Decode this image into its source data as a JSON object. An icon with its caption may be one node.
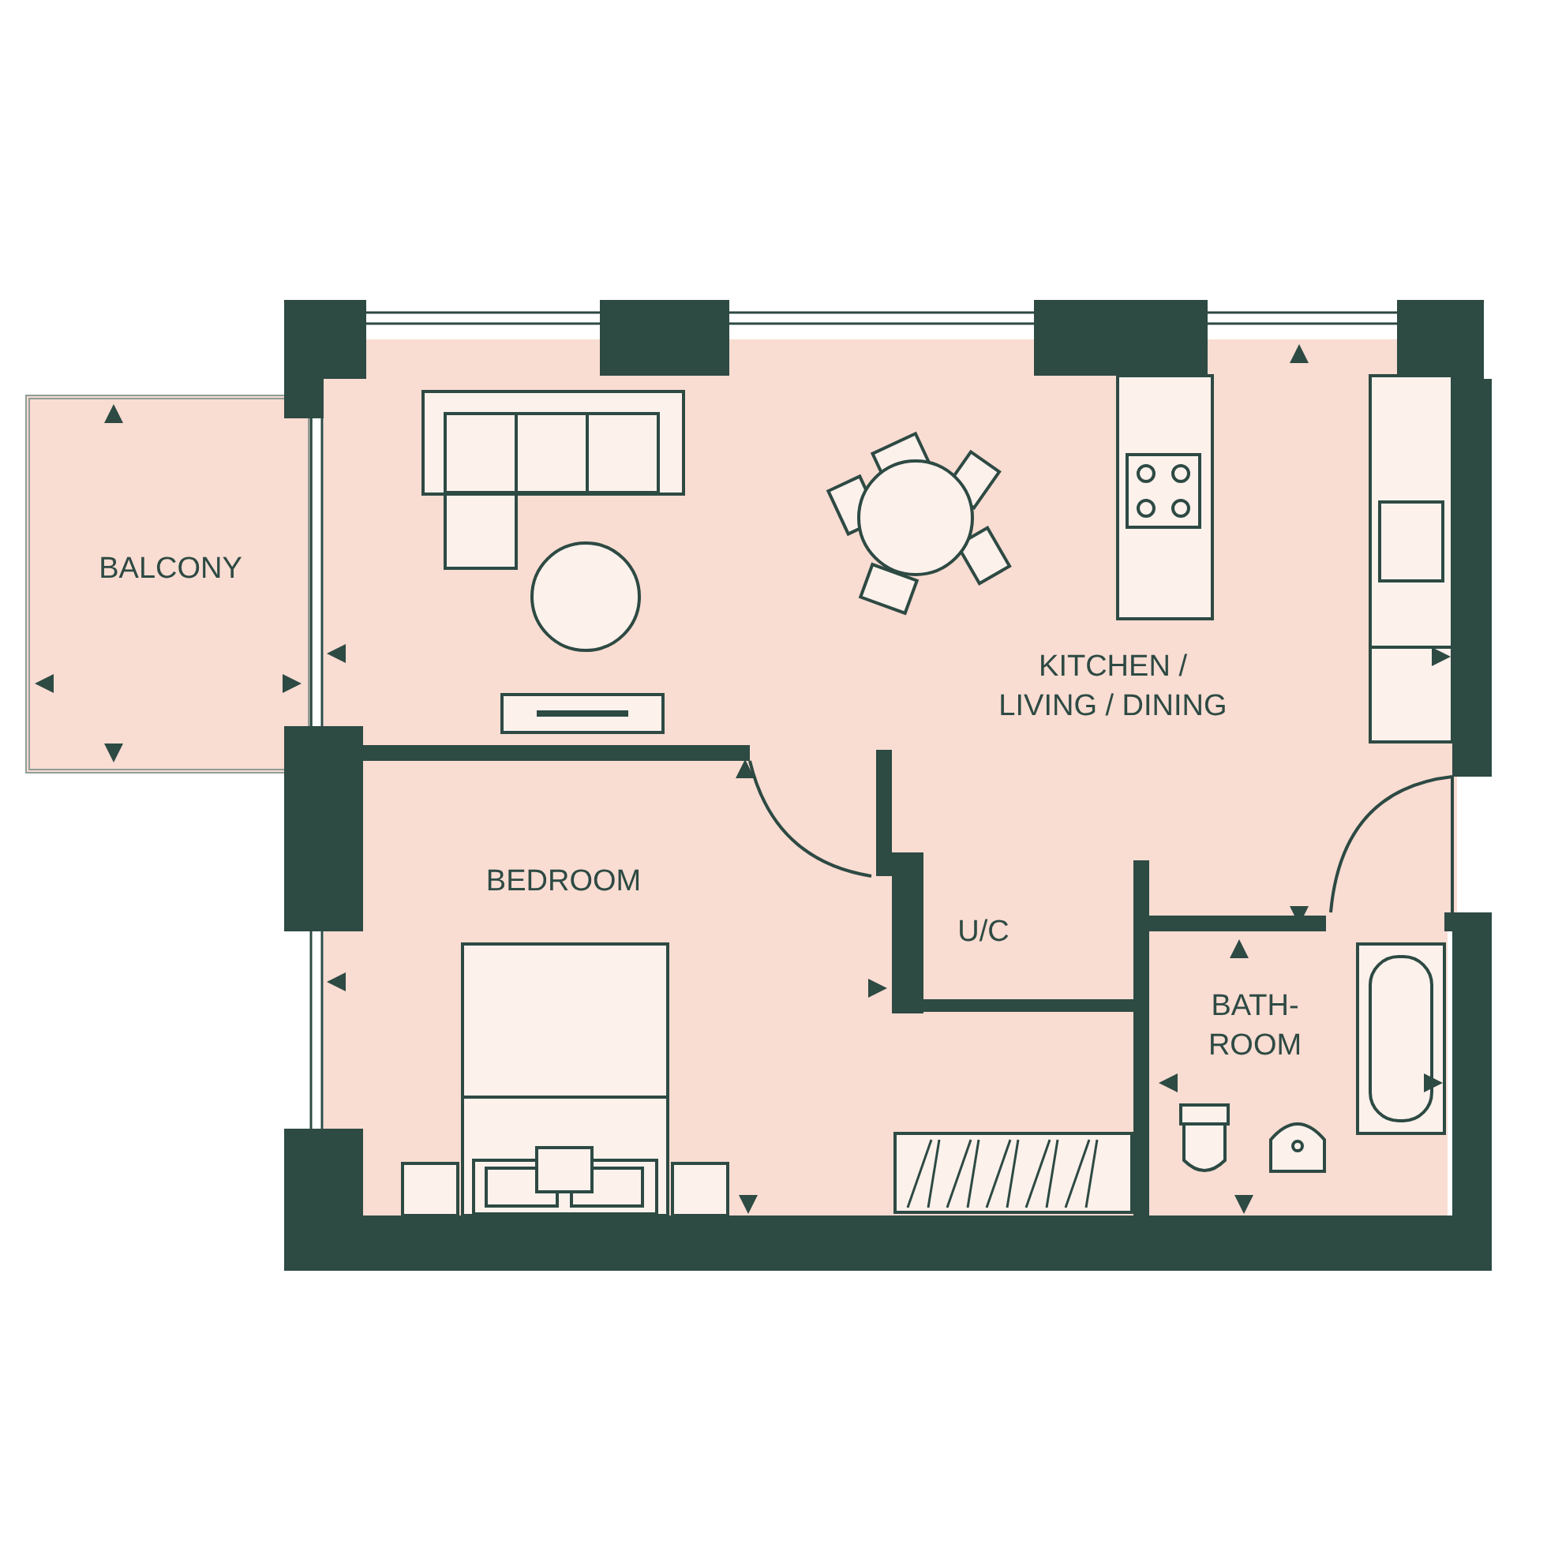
{
  "diagram": {
    "nodes": [
      {
        "text": [
          "BALCONY"
        ]
      },
      {
        "text": [
          "KITCHEN / LIVING / DINING"
        ]
      },
      {
        "text": [
          "BEDROOM"
        ]
      },
      {
        "text": [
          "U/C"
        ]
      },
      {
        "text": [
          "BATH- ROOM"
        ]
      }
    ]
  }
}
